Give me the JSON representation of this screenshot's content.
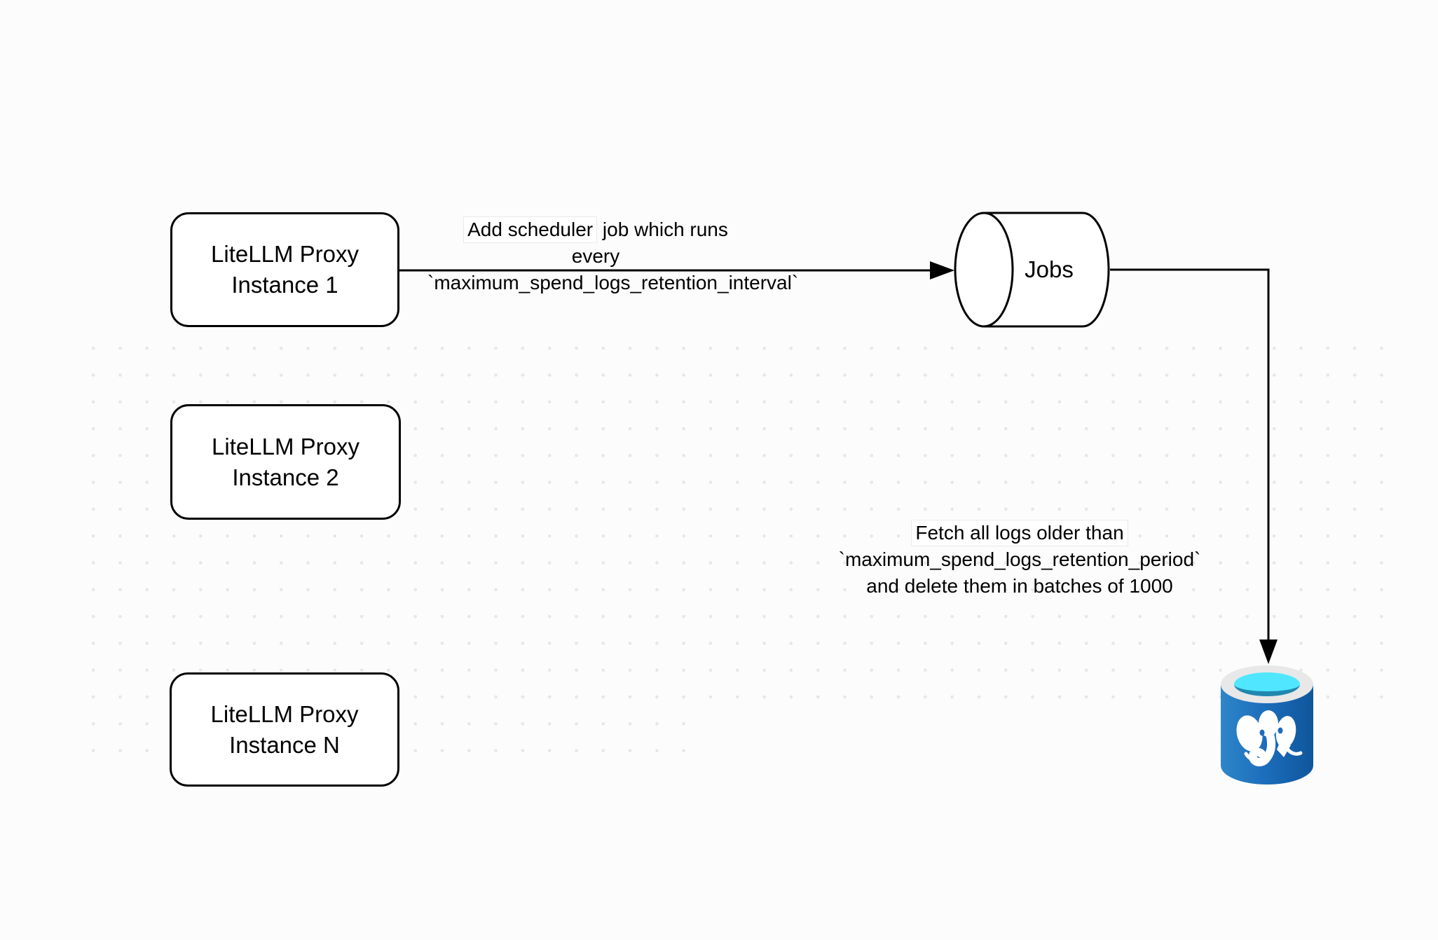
{
  "diagram": {
    "nodes": {
      "proxy1": {
        "line1": "LiteLLM Proxy",
        "line2": "Instance 1"
      },
      "proxy2": {
        "line1": "LiteLLM Proxy",
        "line2": "Instance 2"
      },
      "proxyN": {
        "line1": "LiteLLM Proxy",
        "line2": "Instance N"
      },
      "jobs": {
        "label": "Jobs"
      },
      "postgres": {
        "icon": "postgresql-database-icon"
      }
    },
    "edges": {
      "schedule": {
        "chip": "Add scheduler",
        "rest": " job which runs",
        "line2": "every `maximum_spend_logs_retention_interval`"
      },
      "fetch": {
        "chip": "Fetch all logs older than",
        "line2": "`maximum_spend_logs_retention_period`",
        "line3": "and delete them in batches of 1000"
      }
    },
    "colors": {
      "background": "#fcfcfc",
      "dot": "#e7e7e7",
      "stroke": "#000000",
      "node_fill": "#ffffff",
      "postgres_blue_light": "#2e86c9",
      "postgres_blue": "#1b6cba",
      "postgres_blue_dark": "#0f569b",
      "postgres_rim": "#e8e8e8",
      "postgres_opening_cyan": "#50e6ff",
      "postgres_opening_shadow": "#2187ae",
      "elephant": "#ffffff"
    }
  }
}
